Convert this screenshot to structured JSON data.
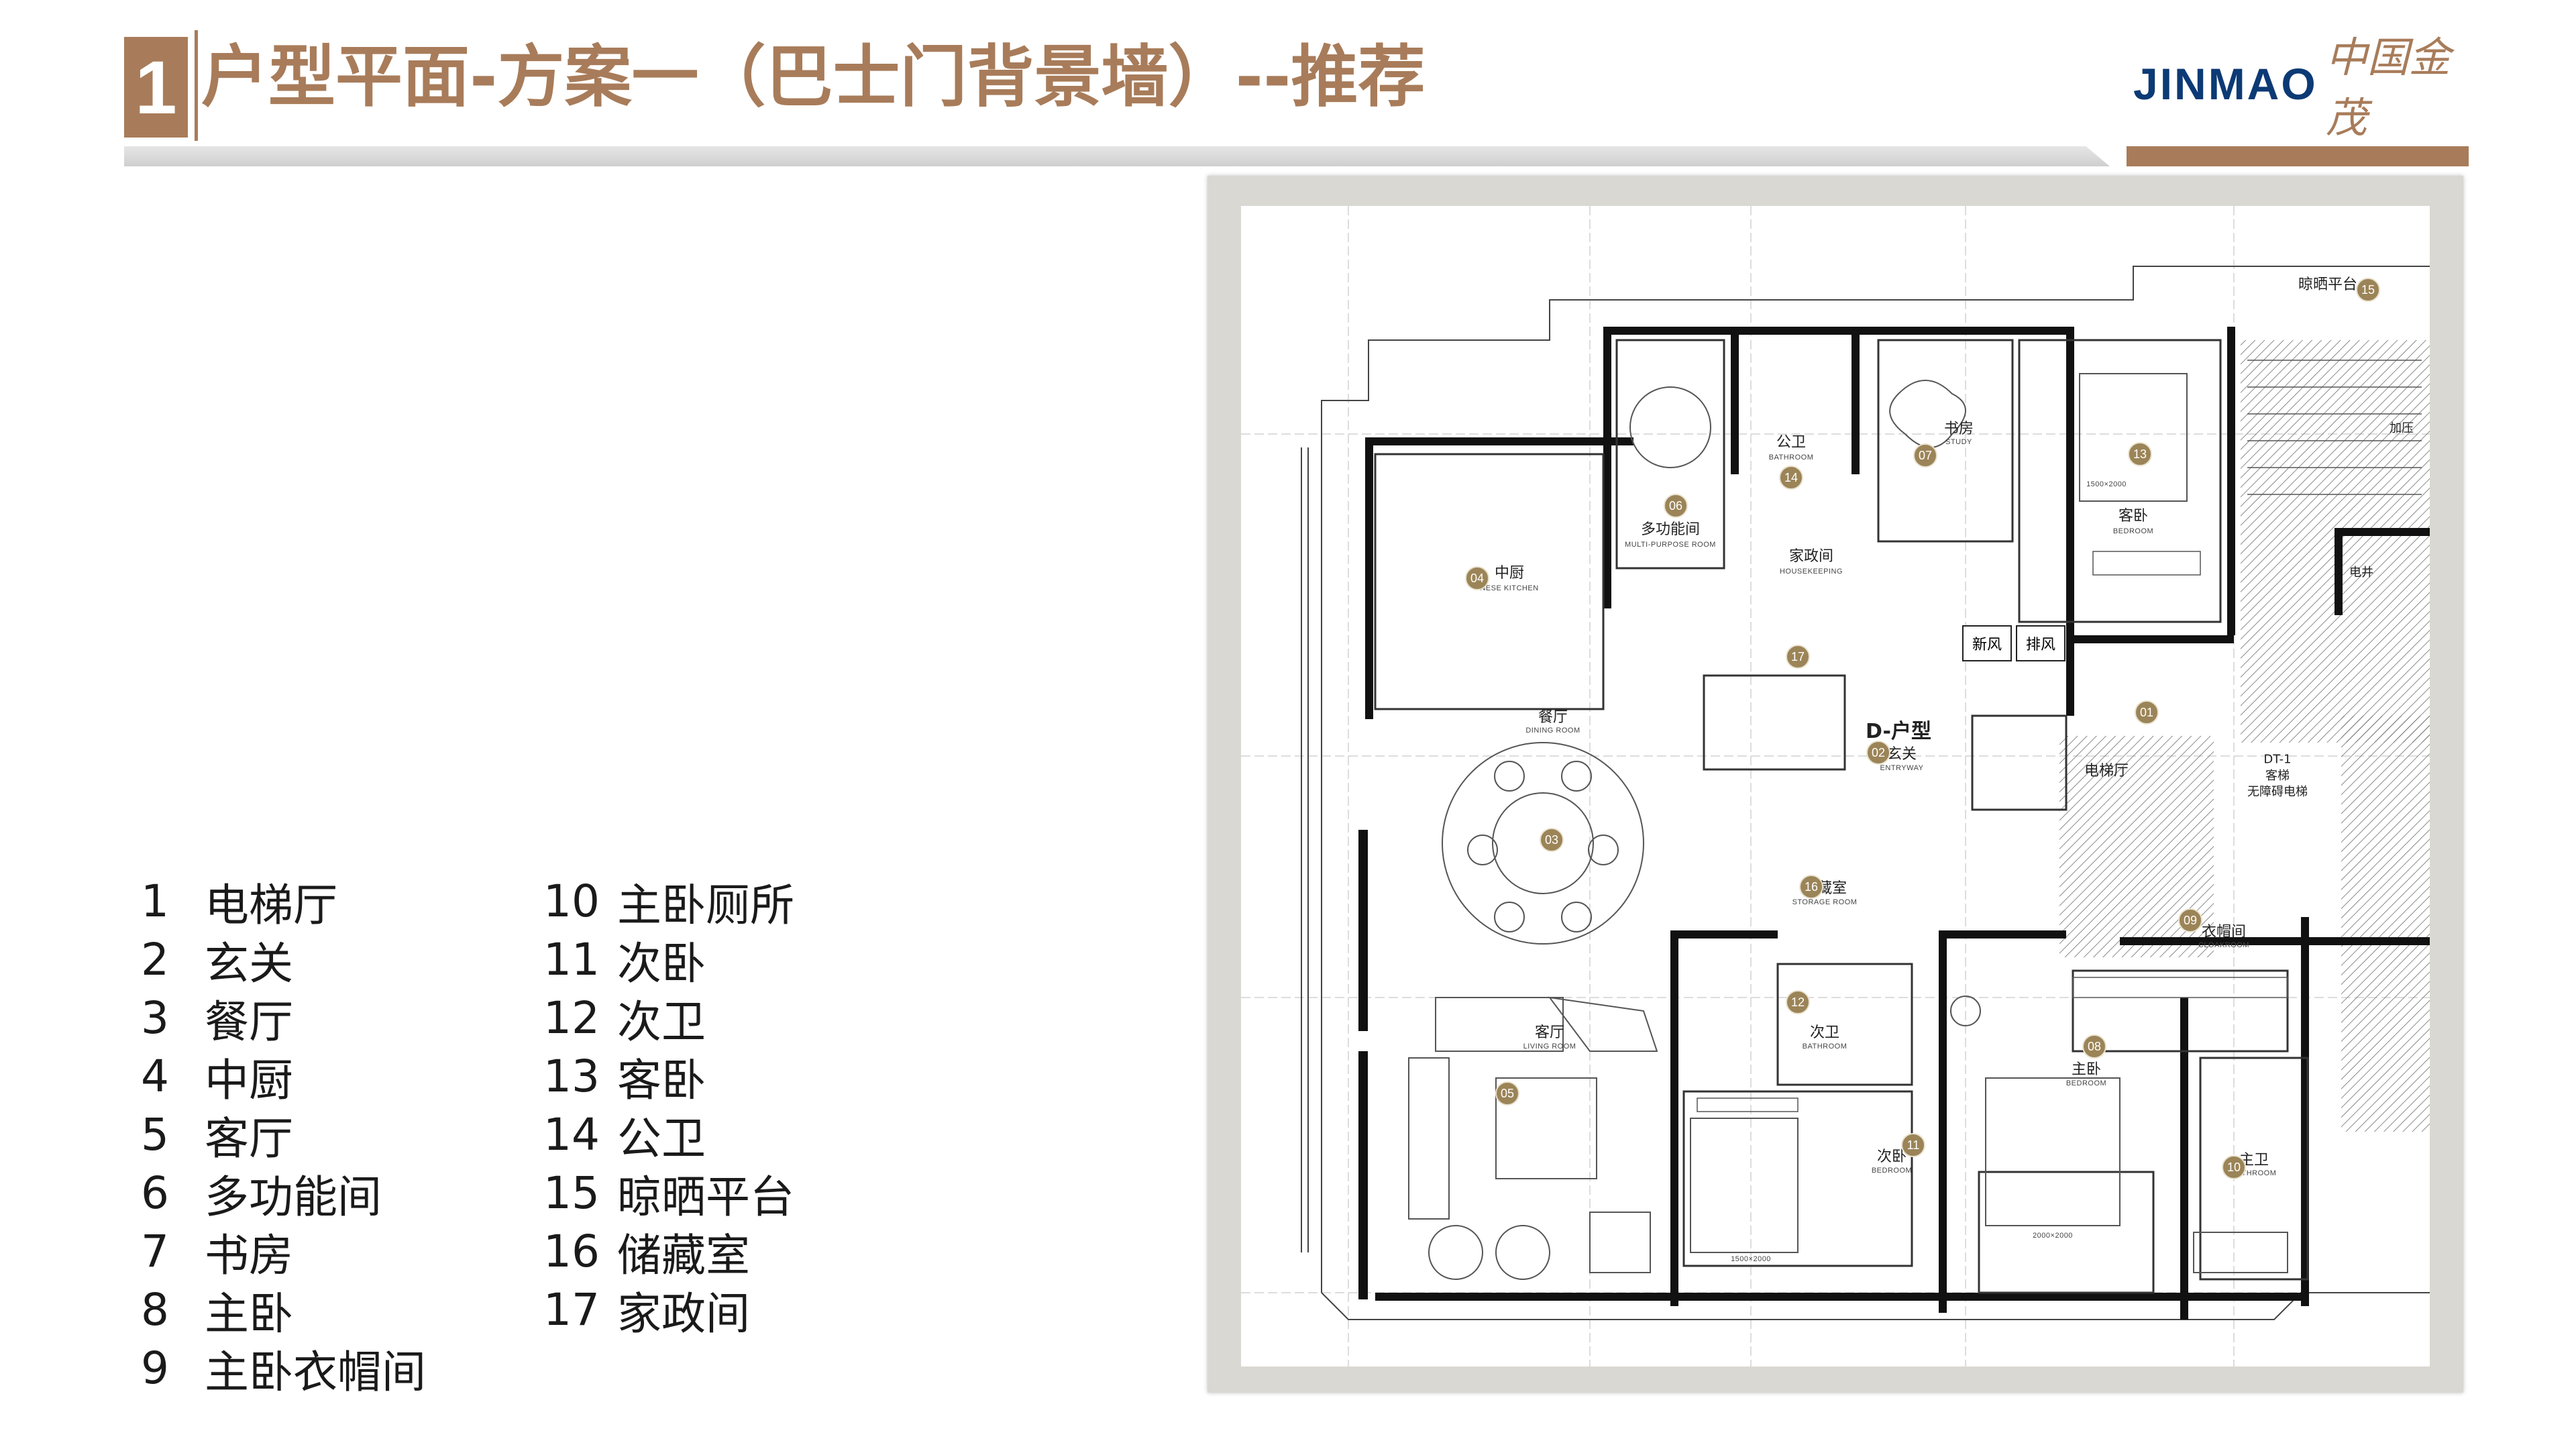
{
  "header": {
    "page_number": "1",
    "title": "户型平面-方案一（巴士门背景墙）--推荐",
    "logo_en": "JINMAO",
    "logo_cn": "中国金茂",
    "brand_color": "#a87c5a",
    "logo_color": "#0c3a75"
  },
  "legend": {
    "column1": [
      {
        "num": "1",
        "label": "电梯厅"
      },
      {
        "num": "2",
        "label": "玄关"
      },
      {
        "num": "3",
        "label": "餐厅"
      },
      {
        "num": "4",
        "label": "中厨"
      },
      {
        "num": "5",
        "label": "客厅"
      },
      {
        "num": "6",
        "label": "多功能间"
      },
      {
        "num": "7",
        "label": "书房"
      },
      {
        "num": "8",
        "label": "主卧"
      },
      {
        "num": "9",
        "label": "主卧衣帽间"
      }
    ],
    "column2": [
      {
        "num": "10",
        "label": "主卧厕所"
      },
      {
        "num": "11",
        "label": "次卧"
      },
      {
        "num": "12",
        "label": "次卫"
      },
      {
        "num": "13",
        "label": "客卧"
      },
      {
        "num": "14",
        "label": "公卫"
      },
      {
        "num": "15",
        "label": "晾晒平台"
      },
      {
        "num": "16",
        "label": "储藏室"
      },
      {
        "num": "17",
        "label": "家政间"
      }
    ]
  },
  "plan": {
    "unit_type": "D-户型",
    "rooms": {
      "kitchen": {
        "cn": "中厨",
        "en": "NESE KITCHEN",
        "marker": "04"
      },
      "multipurpose": {
        "cn": "多功能间",
        "en": "MULTI-PURPOSE ROOM",
        "marker": "06"
      },
      "bathroom_public": {
        "cn": "公卫",
        "en": "BATHROOM",
        "marker": "14"
      },
      "study": {
        "cn": "书房",
        "en": "STUDY",
        "marker": "07"
      },
      "guest_bedroom": {
        "cn": "客卧",
        "en": "BEDROOM",
        "marker": "13"
      },
      "housekeeping": {
        "cn": "家政间",
        "en": "HOUSEKEEPING",
        "marker": "17"
      },
      "dining": {
        "cn": "餐厅",
        "en": "DINING ROOM",
        "marker": "03"
      },
      "entry": {
        "cn": "玄关",
        "en": "ENTRYWAY",
        "marker": "02"
      },
      "elevator_hall": {
        "cn": "电梯厅",
        "marker": "01"
      },
      "storage": {
        "cn": "储藏室",
        "en": "STORAGE ROOM",
        "marker": "16"
      },
      "living": {
        "cn": "客厅",
        "en": "LIVING ROOM",
        "marker": "05"
      },
      "bathroom_second": {
        "cn": "次卫",
        "en": "BATHROOM",
        "marker": "12"
      },
      "bedroom_second": {
        "cn": "次卧",
        "en": "BEDROOM",
        "marker": "11"
      },
      "master_bedroom": {
        "cn": "主卧",
        "en": "BEDROOM",
        "marker": "08"
      },
      "cloakroom": {
        "cn": "衣帽间",
        "en": "CLOAKROOM",
        "marker": "09"
      },
      "master_bath": {
        "cn": "主卫",
        "en": "BATHROOM",
        "marker": "10"
      },
      "drying_platform": {
        "cn": "晾晒平台",
        "marker": "15"
      }
    },
    "fixtures": {
      "fresh_air": "新风",
      "exhaust": "排风",
      "elevator": "DT-1",
      "elevator_note": "客梯",
      "elevator_note2": "无障碍电梯",
      "shaft": "电井",
      "pressurize": "加压"
    },
    "dims": {
      "d1": "1500×2000",
      "d2": "2000×2000",
      "d3": "1500×2000"
    }
  }
}
